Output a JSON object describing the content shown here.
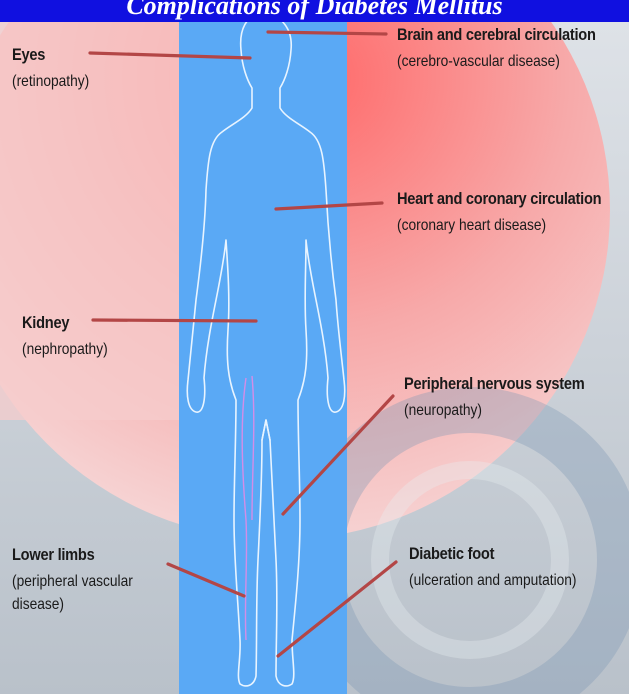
{
  "title": "Complications of Diabetes Mellitus",
  "colors": {
    "title_bar": "#1010e0",
    "body_column": "#5aa9f5",
    "connector": "#b34646",
    "left_background": "#f3c9c9"
  },
  "labels": {
    "eyes": {
      "name": "Eyes",
      "desc": "(retinopathy)"
    },
    "brain": {
      "name": "Brain and cerebral circulation",
      "desc": "(cerebro-vascular disease)"
    },
    "heart": {
      "name": "Heart and coronary circulation",
      "desc": "(coronary heart disease)"
    },
    "kidney": {
      "name": "Kidney",
      "desc": "(nephropathy)"
    },
    "nerves": {
      "name": "Peripheral nervous system",
      "desc": "(neuropathy)"
    },
    "lower_limbs": {
      "name": "Lower limbs",
      "desc_1": "(peripheral vascular",
      "desc_2": "disease)"
    },
    "foot": {
      "name": "Diabetic foot",
      "desc": "(ulceration and amputation)"
    }
  }
}
